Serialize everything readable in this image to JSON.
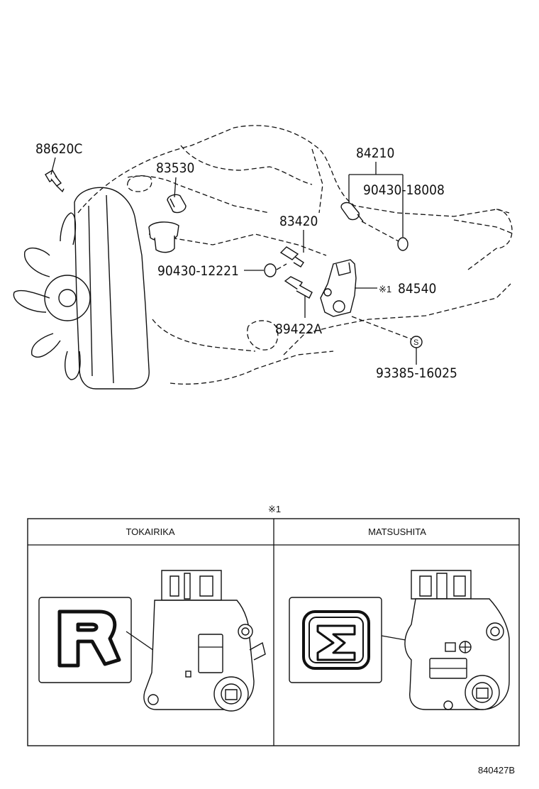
{
  "callouts": {
    "p88620c": "88620C",
    "p83530": "83530",
    "p84210": "84210",
    "p90430_18008": "90430-18008",
    "p83420": "83420",
    "p90430_12221": "90430-12221",
    "p84540_mark": "※1",
    "p84540": "84540",
    "p89422a": "89422A",
    "p93385_16025": "93385-16025"
  },
  "table": {
    "note": "※1",
    "headers": [
      "TOKAIRIKA",
      "MATSUSHITA"
    ]
  },
  "footer": {
    "code": "840427B"
  }
}
